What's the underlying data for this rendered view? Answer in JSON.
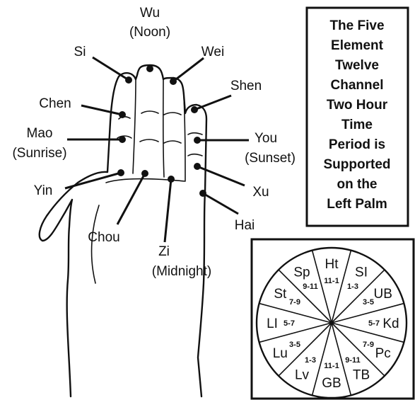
{
  "points": [
    {
      "id": "wu",
      "lines": [
        "Wu",
        "(Noon)"
      ]
    },
    {
      "id": "si",
      "lines": [
        "Si"
      ]
    },
    {
      "id": "wei",
      "lines": [
        "Wei"
      ]
    },
    {
      "id": "shen",
      "lines": [
        "Shen"
      ]
    },
    {
      "id": "chen",
      "lines": [
        "Chen"
      ]
    },
    {
      "id": "mao",
      "lines": [
        "Mao",
        "(Sunrise)"
      ]
    },
    {
      "id": "you",
      "lines": [
        "You",
        "(Sunset)"
      ]
    },
    {
      "id": "yin",
      "lines": [
        "Yin"
      ]
    },
    {
      "id": "xu",
      "lines": [
        "Xu"
      ]
    },
    {
      "id": "hai",
      "lines": [
        "Hai"
      ]
    },
    {
      "id": "chou",
      "lines": [
        "Chou"
      ]
    },
    {
      "id": "zi",
      "lines": [
        "Zi",
        "(Midnight)"
      ]
    }
  ],
  "title_box": {
    "lines": [
      "The Five",
      "Element",
      "Twelve",
      "Channel",
      "Two Hour",
      "Time",
      "Period is",
      "Supported",
      "on the",
      "Left Palm"
    ]
  },
  "clock": {
    "segments": [
      {
        "abbr": "Ht",
        "hours": "11-1"
      },
      {
        "abbr": "SI",
        "hours": "1-3"
      },
      {
        "abbr": "UB",
        "hours": "3-5"
      },
      {
        "abbr": "Kd",
        "hours": "5-7"
      },
      {
        "abbr": "Pc",
        "hours": "7-9"
      },
      {
        "abbr": "TB",
        "hours": "9-11"
      },
      {
        "abbr": "GB",
        "hours": "11-1"
      },
      {
        "abbr": "Lv",
        "hours": "1-3"
      },
      {
        "abbr": "Lu",
        "hours": "3-5"
      },
      {
        "abbr": "LI",
        "hours": "5-7"
      },
      {
        "abbr": "St",
        "hours": "7-9"
      },
      {
        "abbr": "Sp",
        "hours": "9-11"
      }
    ]
  }
}
